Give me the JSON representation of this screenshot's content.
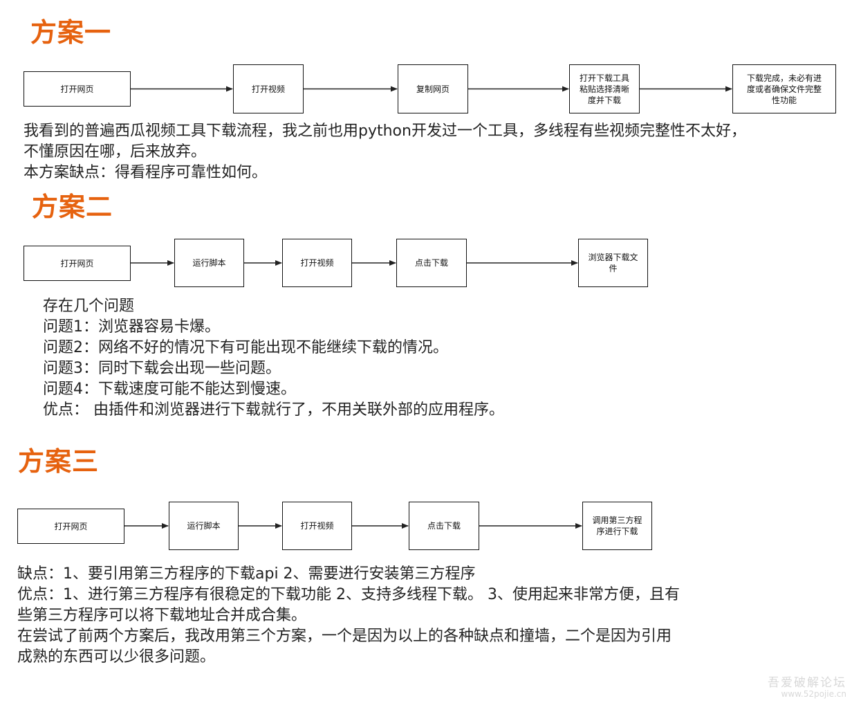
{
  "theme": {
    "title_color": "#e6620f",
    "box_border": "#111111",
    "arrow_color": "#222222"
  },
  "plan1": {
    "title": "方案一",
    "nodes": [
      "打开网页",
      "打开视频",
      "复制网页",
      "打开下载工具\n粘贴选择清晰\n度并下载",
      "下载完成，未必有进\n度或者确保文件完整\n性功能"
    ],
    "text": [
      "我看到的普遍西瓜视频工具下载流程，我之前也用python开发过一个工具，多线程有些视频完整性不太好，",
      "不懂原因在哪，后来放弃。",
      "本方案缺点：得看程序可靠性如何。"
    ]
  },
  "plan2": {
    "title": "方案二",
    "nodes": [
      "打开网页",
      "运行脚本",
      "打开视频",
      "点击下载",
      "浏览器下载文\n件"
    ],
    "text": [
      "存在几个问题",
      "问题1：浏览器容易卡爆。",
      "问题2：网络不好的情况下有可能出现不能继续下载的情况。",
      "问题3：同时下载会出现一些问题。",
      "问题4：下载速度可能不能达到慢速。",
      "优点：  由插件和浏览器进行下载就行了，不用关联外部的应用程序。"
    ]
  },
  "plan3": {
    "title": "方案三",
    "nodes": [
      "打开网页",
      "运行脚本",
      "打开视频",
      "点击下载",
      "调用第三方程\n序进行下载"
    ],
    "text": [
      "缺点：1、要引用第三方程序的下载api 2、需要进行安装第三方程序",
      "优点：1、进行第三方程序有很稳定的下载功能 2、支持多线程下载。 3、使用起来非常方便，且有",
      "些第三方程序可以将下载地址合并成合集。",
      "在尝试了前两个方案后，我改用第三个方案，一个是因为以上的各种缺点和撞墙，二个是因为引用",
      "成熟的东西可以少很多问题。"
    ]
  },
  "watermark": {
    "line1": "吾爱破解论坛",
    "line2": "www.52pojie.cn"
  }
}
